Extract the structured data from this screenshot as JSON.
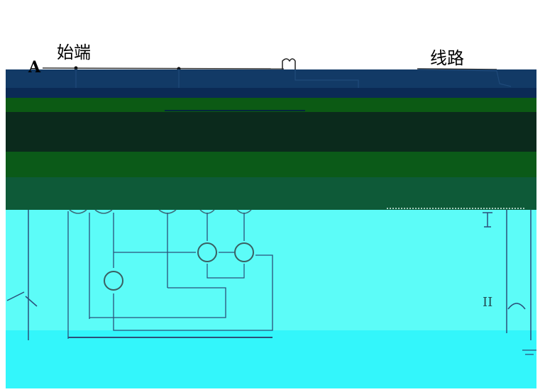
{
  "labels": {
    "start_end": "始端",
    "line": "线路",
    "phase_a": "A",
    "roman_two": "II"
  },
  "colors": {
    "band_navy": "#123a66",
    "band_dark_navy": "#0b2a55",
    "band_green": "#0c5a14",
    "band_dark_green": "#0b2a1c",
    "band_mid_green": "#0b5a18",
    "band_teal": "#0e5a38",
    "cyan_upper": "#5cfcf8",
    "cyan_lower": "#33f6fb",
    "wire": "#2b4f7a",
    "meter": "#3a5f62"
  }
}
